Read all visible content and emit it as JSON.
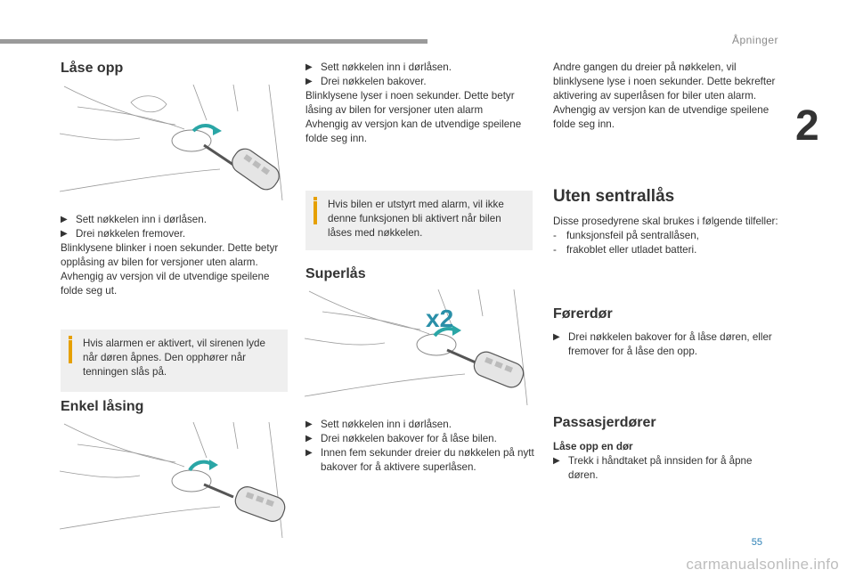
{
  "header": {
    "section_name": "Åpninger",
    "chapter_number": "2",
    "page_number": "55",
    "watermark": "carmanualsonline.info"
  },
  "col1": {
    "heading_unlock": "Låse opp",
    "unlock_steps": [
      "Sett nøkkelen inn i dørlåsen.",
      "Drei nøkkelen fremover."
    ],
    "unlock_text": [
      "Blinklysene blinker i noen sekunder. Dette betyr opplåsing av bilen for versjoner uten alarm.",
      "Avhengig av versjon vil de utvendige speilene folde seg ut."
    ],
    "note_alarm": "Hvis alarmen er aktivert, vil sirenen lyde når døren åpnes. Den opphører når tenningen slås på.",
    "heading_simple_lock": "Enkel låsing"
  },
  "col2": {
    "lock_steps": [
      "Sett nøkkelen inn i dørlåsen.",
      "Drei nøkkelen bakover."
    ],
    "lock_text": [
      "Blinklysene lyser i noen sekunder. Dette betyr låsing av bilen for versjoner uten alarm",
      "Avhengig av versjon kan de utvendige speilene folde seg inn."
    ],
    "note_alarm_key": "Hvis bilen er utstyrt med alarm, vil ikke denne funksjonen bli aktivert når bilen låses med nøkkelen.",
    "heading_superlock": "Superlås",
    "x2_label": "x2",
    "superlock_steps": [
      "Sett nøkkelen inn i dørlåsen.",
      "Drei nøkkelen bakover for å låse bilen.",
      "Innen fem sekunder dreier du nøkkelen på nytt bakover for å aktivere superlåsen."
    ]
  },
  "col3": {
    "second_turn_text": [
      "Andre gangen du dreier på nøkkelen, vil blinklysene lyse i noen sekunder. Dette bekrefter aktivering av superlåsen for biler uten alarm.",
      "Avhengig av versjon kan de utvendige speilene folde seg inn."
    ],
    "heading_no_central": "Uten sentrallås",
    "no_central_intro": "Disse prosedyrene skal brukes i følgende tilfeller:",
    "no_central_cases": [
      "funksjonsfeil på sentrallåsen,",
      "frakoblet eller utladet batteri."
    ],
    "heading_driver_door": "Førerdør",
    "driver_door_step": "Drei nøkkelen bakover for å låse døren, eller fremover for å låse den opp.",
    "heading_passenger_doors": "Passasjerdører",
    "sub_unlock_door": "Låse opp en dør",
    "passenger_step": "Trekk i håndtaket på innsiden for å åpne døren."
  },
  "colors": {
    "accent_note": "#e6a000",
    "note_bg": "#efefef",
    "arrow": "#2aa6a6",
    "x2": "#2a8fa8"
  }
}
